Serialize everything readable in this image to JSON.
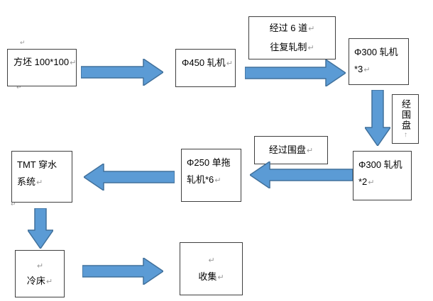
{
  "diagram": {
    "type": "flowchart",
    "colors": {
      "arrow_fill": "#5b9bd5",
      "arrow_stroke": "#41719c",
      "box_border": "#3f3f3f",
      "text_color": "#000000",
      "mark_color": "#999999",
      "bg": "#ffffff"
    },
    "marks": {
      "paragraph": "↵",
      "vertical_paragraph": "↑"
    },
    "nodes": {
      "billet": {
        "label": "方坯 100*100"
      },
      "mill450": {
        "label": "Φ450 轧机"
      },
      "pass_note": {
        "line1": "经过 6 道",
        "line2": "往复轧制"
      },
      "mill300x3": {
        "line1": "Φ300 轧机",
        "line2": "*3"
      },
      "loop_vertical_note": {
        "label": "经围盘"
      },
      "mill300x2": {
        "line1": "Φ300 轧机",
        "line2": "*2"
      },
      "loop_note": {
        "label": "经过围盘"
      },
      "mill250x6": {
        "line1": "Φ250 单拖",
        "line2": "轧机*6"
      },
      "tmt": {
        "line1": "TMT 穿水",
        "line2": "系统"
      },
      "cooling_bed": {
        "label": "冷床"
      },
      "collect": {
        "label": "收集"
      }
    }
  }
}
